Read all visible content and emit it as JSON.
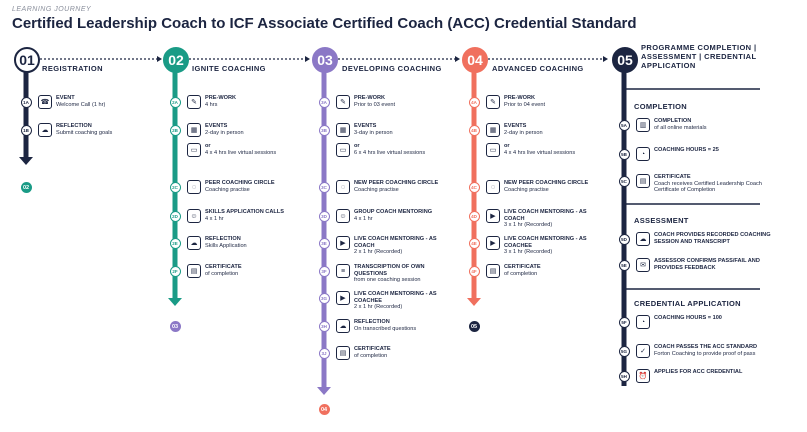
{
  "header": {
    "kicker": "LEARNING JOURNEY",
    "title": "Certified Leadership Coach to ICF Associate Certified Coach (ACC) Credential Standard"
  },
  "colors": {
    "navy": "#1c2541",
    "teal": "#1a9b86",
    "purple": "#8b78c6",
    "coral": "#f0705e"
  },
  "stages": [
    {
      "number": "01",
      "title": "REGISTRATION",
      "next": "02",
      "items": [
        {
          "code": "1A",
          "icon": "phone-icon",
          "title": "EVENT",
          "desc": "Welcome Call (1 hr)"
        },
        {
          "code": "1B",
          "icon": "cloud-upload-icon",
          "title": "REFLECTION",
          "desc": "Submit coaching goals"
        }
      ]
    },
    {
      "number": "02",
      "title": "IGNITE COACHING",
      "next": "03",
      "items": [
        {
          "code": "2A",
          "icon": "edit-icon",
          "title": "PRE-WORK",
          "desc": "4 hrs"
        },
        {
          "code": "2B",
          "icon": "calendar-icon",
          "title": "EVENTS",
          "desc": "2-day in person"
        },
        {
          "code": "",
          "icon": "monitor-icon",
          "title": "or",
          "desc": "4 x 4 hrs live virtual sessions"
        },
        {
          "code": "2C",
          "icon": "group-circle-icon",
          "title": "PEER COACHING CIRCLE",
          "desc": "Coaching practise"
        },
        {
          "code": "2D",
          "icon": "people-icon",
          "title": "SKILLS APPLICATION CALLS",
          "desc": "4 x 1 hr"
        },
        {
          "code": "2E",
          "icon": "cloud-upload-icon",
          "title": "REFLECTION",
          "desc": "Skills Application"
        },
        {
          "code": "2F",
          "icon": "certificate-icon",
          "title": "CERTIFICATE",
          "desc": "of completion"
        }
      ]
    },
    {
      "number": "03",
      "title": "DEVELOPING COACHING",
      "next": "04",
      "items": [
        {
          "code": "3A",
          "icon": "edit-icon",
          "title": "PRE-WORK",
          "desc": "Prior to 03 event"
        },
        {
          "code": "3B",
          "icon": "calendar-icon",
          "title": "EVENTS",
          "desc": "3-day in person"
        },
        {
          "code": "",
          "icon": "monitor-icon",
          "title": "or",
          "desc": "6 x 4 hrs live virtual sessions"
        },
        {
          "code": "3C",
          "icon": "group-circle-icon",
          "title": "NEW PEER COACHING CIRCLE",
          "desc": "Coaching practise"
        },
        {
          "code": "3D",
          "icon": "people-icon",
          "title": "GROUP COACH MENTORING",
          "desc": "4 x 1 hr"
        },
        {
          "code": "3E",
          "icon": "video-icon",
          "title": "LIVE COACH MENTORING - AS COACH",
          "desc": "2 x 1 hr (Recorded)"
        },
        {
          "code": "3F",
          "icon": "document-icon",
          "title": "TRANSCRIPTION OF OWN QUESTIONS",
          "desc": "from one coaching session"
        },
        {
          "code": "3G",
          "icon": "video-icon",
          "title": "LIVE COACH MENTORING - AS COACHEE",
          "desc": "2 x 1 hr (Recorded)"
        },
        {
          "code": "3H",
          "icon": "cloud-upload-icon",
          "title": "REFLECTION",
          "desc": "On transcribed questions"
        },
        {
          "code": "3J",
          "icon": "certificate-icon",
          "title": "CERTIFICATE",
          "desc": "of completion"
        }
      ]
    },
    {
      "number": "04",
      "title": "ADVANCED COACHING",
      "next": "05",
      "items": [
        {
          "code": "4A",
          "icon": "edit-icon",
          "title": "PRE-WORK",
          "desc": "Prior to 04 event"
        },
        {
          "code": "4B",
          "icon": "calendar-icon",
          "title": "EVENTS",
          "desc": "2-day in person"
        },
        {
          "code": "",
          "icon": "monitor-icon",
          "title": "or",
          "desc": "4 x 4 hrs live virtual sessions"
        },
        {
          "code": "4C",
          "icon": "group-circle-icon",
          "title": "NEW PEER COACHING CIRCLE",
          "desc": "Coaching practise"
        },
        {
          "code": "4D",
          "icon": "video-icon",
          "title": "LIVE COACH MENTORING - AS COACH",
          "desc": "3 x 1 hr (Recorded)"
        },
        {
          "code": "4E",
          "icon": "video-icon",
          "title": "LIVE COACH MENTORING - AS COACHEE",
          "desc": "3 x 1 hr (Recorded)"
        },
        {
          "code": "4F",
          "icon": "certificate-icon",
          "title": "CERTIFICATE",
          "desc": "of completion"
        }
      ]
    },
    {
      "number": "05",
      "title": "PROGRAMME COMPLETION | ASSESSMENT | CREDENTIAL APPLICATION",
      "sections": [
        {
          "title": "COMPLETION",
          "items": [
            {
              "code": "5A",
              "icon": "book-icon",
              "title": "COMPLETION",
              "desc": "of all online materials"
            },
            {
              "code": "5B",
              "icon": "clock-icon",
              "title": "COACHING HOURS = 25",
              "desc": ""
            },
            {
              "code": "5C",
              "icon": "certificate-icon",
              "title": "CERTIFICATE",
              "desc": "Coach receives Certified Leadership Coach Certificate of Completion"
            }
          ]
        },
        {
          "title": "ASSESSMENT",
          "items": [
            {
              "code": "5D",
              "icon": "cloud-upload-icon",
              "title": "COACH PROVIDES RECORDED COACHING SESSION AND TRANSCRIPT",
              "desc": ""
            },
            {
              "code": "5E",
              "icon": "chat-icon",
              "title": "ASSESSOR CONFIRMS PASS/FAIL AND PROVIDES FEEDBACK",
              "desc": ""
            }
          ]
        },
        {
          "title": "CREDENTIAL APPLICATION",
          "items": [
            {
              "code": "5F",
              "icon": "clock-icon",
              "title": "COACHING HOURS = 100",
              "desc": ""
            },
            {
              "code": "5G",
              "icon": "checkmark-icon",
              "title": "COACH PASSES THE ACC STANDARD",
              "desc": "Forton Coaching to provide proof of pass"
            },
            {
              "code": "5H",
              "icon": "alarm-clock-icon",
              "title": "APPLIES FOR ACC CREDENTIAL",
              "desc": ""
            }
          ]
        }
      ]
    }
  ]
}
